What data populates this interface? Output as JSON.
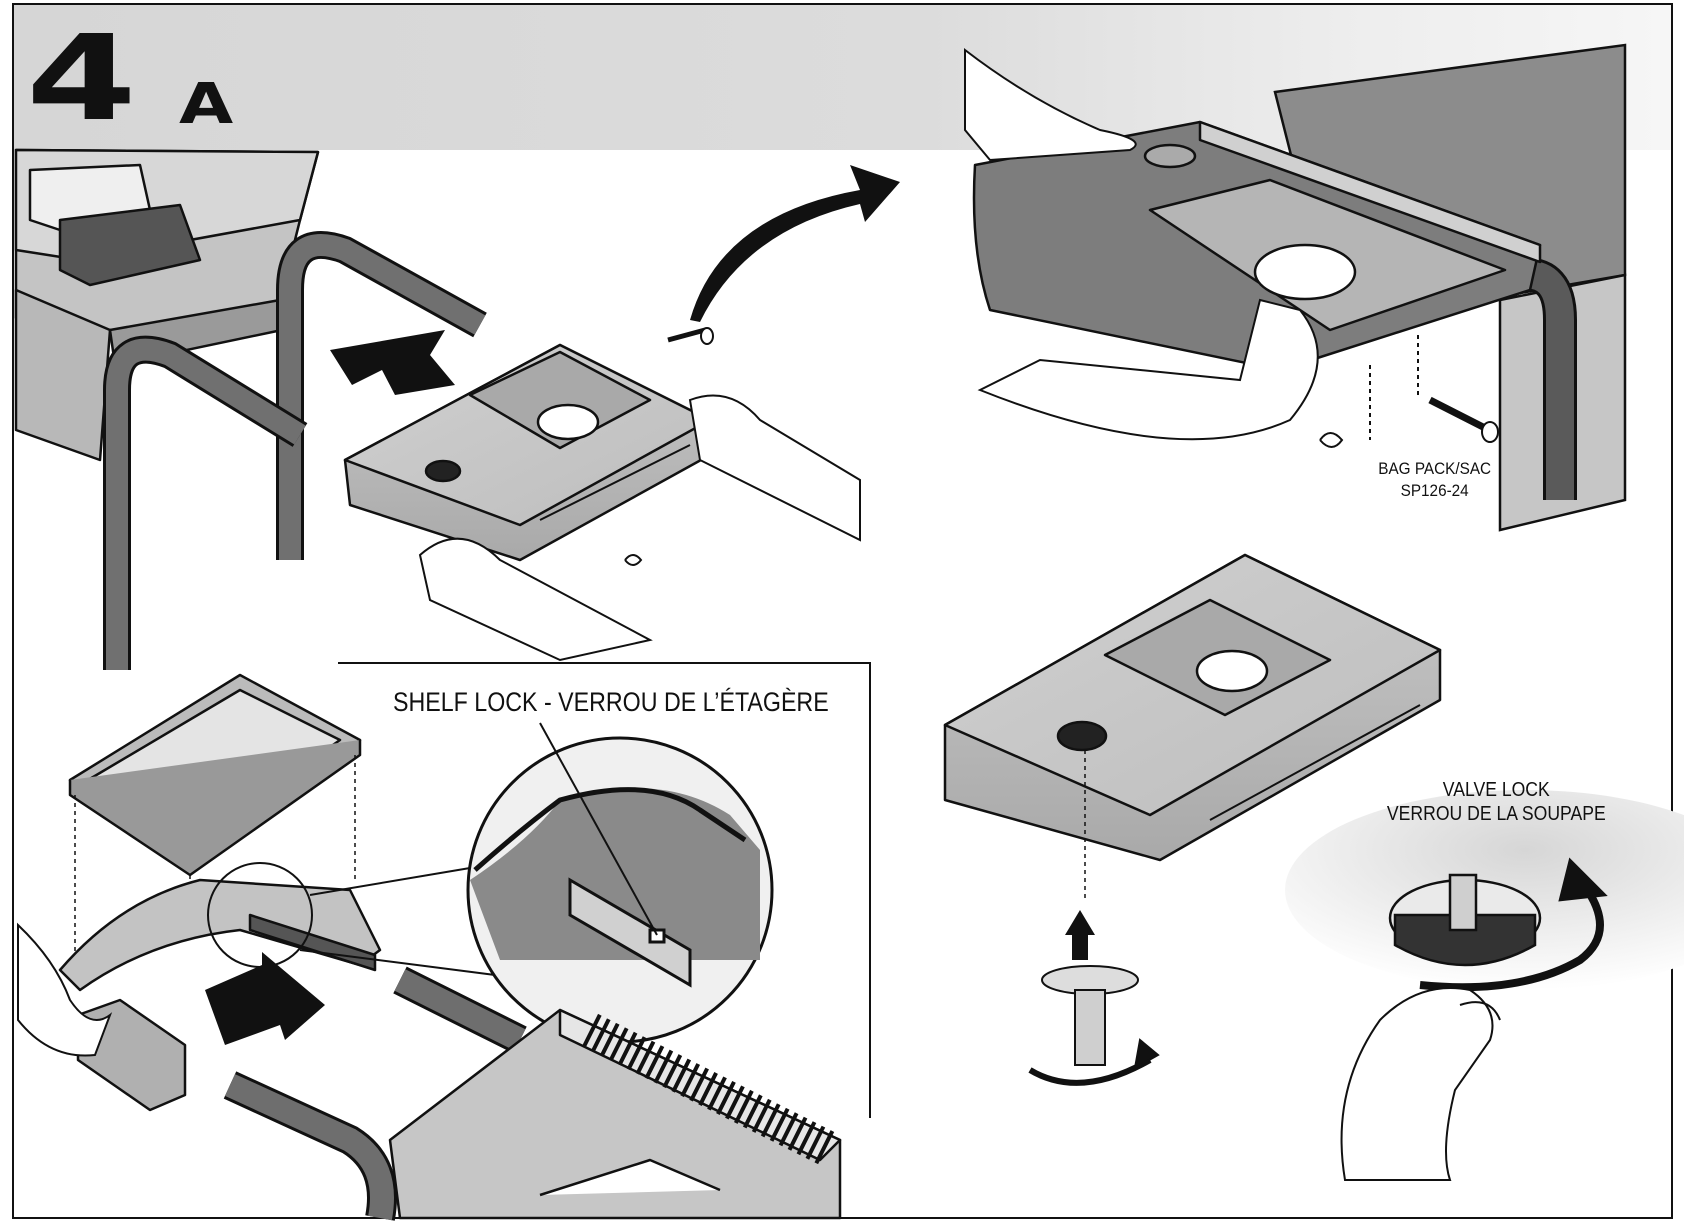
{
  "header": {
    "step_number": "4",
    "step_letter": "A"
  },
  "callouts": {
    "shelf_lock": "SHELF LOCK - VERROU DE L’ÉTAGÈRE",
    "bag_pack_line1": "BAG PACK/SAC",
    "bag_pack_line2": "SP126-24",
    "valve_lock_line1": "VALVE LOCK",
    "valve_lock_line2": "VERROU DE LA SOUPAPE"
  },
  "colors": {
    "line": "#111111",
    "tube": "#6e6e6e",
    "shelf_dark": "#7a7a7a",
    "shelf_light": "#c9c9c9",
    "panel_light": "#d9d9d9",
    "header_band": "#d8d8d8"
  }
}
